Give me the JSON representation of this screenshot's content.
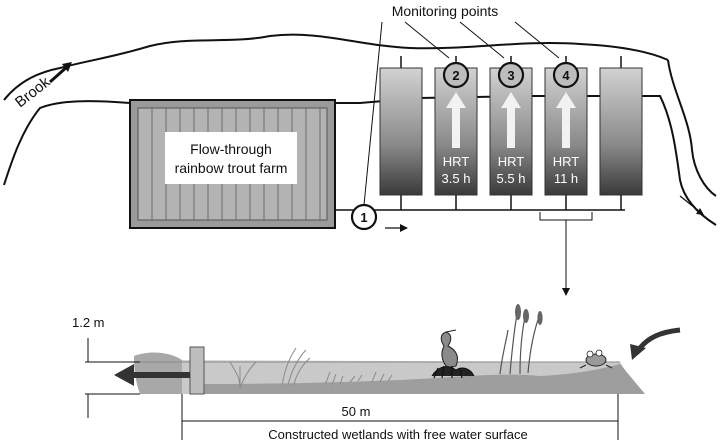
{
  "title": "Monitoring points",
  "brook_label": "Brook",
  "farm_label_line1": "Flow-through",
  "farm_label_line2": "rainbow trout farm",
  "points": [
    {
      "id": "1",
      "hrt_label": "",
      "hrt_value": ""
    },
    {
      "id": "2",
      "hrt_label": "HRT",
      "hrt_value": "3.5 h"
    },
    {
      "id": "3",
      "hrt_label": "HRT",
      "hrt_value": "5.5 h"
    },
    {
      "id": "4",
      "hrt_label": "HRT",
      "hrt_value": "11 h"
    }
  ],
  "depth_label": "1.2 m",
  "length_label": "50 m",
  "caption": "Constructed wetlands with free water surface",
  "colors": {
    "outline": "#111111",
    "farm_fill": "#9a9a9a",
    "farm_inner": "#bdbdbd",
    "water": "#c9c9c9",
    "sediment": "#9e9e9e"
  }
}
